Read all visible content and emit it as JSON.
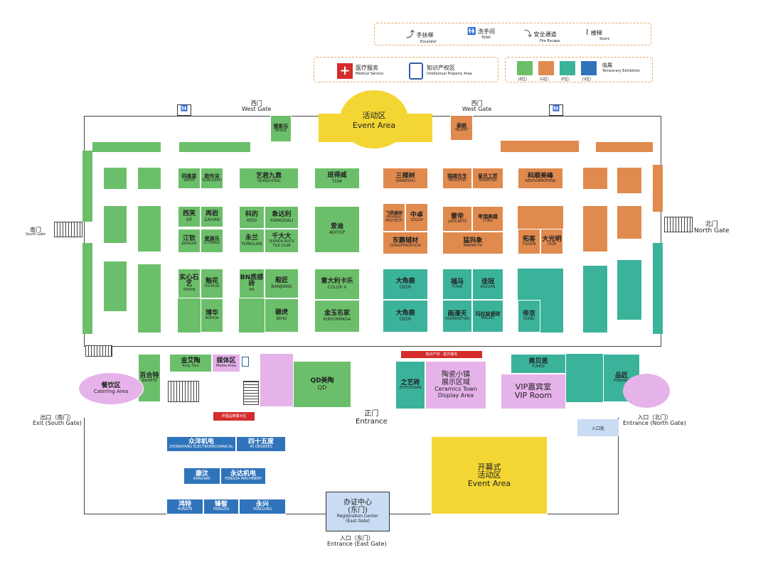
{
  "legend_top": {
    "escalator": {
      "cn": "手扶梯",
      "en": "Escalator"
    },
    "toilet": {
      "cn": "洗手间",
      "en": "Toilet"
    },
    "fire_escape": {
      "cn": "安全通道",
      "en": "Fire Escape"
    },
    "stairs": {
      "cn": "楼梯",
      "en": "Stairs"
    }
  },
  "legend_mid": {
    "medical": {
      "cn": "医疗服务",
      "en": "Medical Service"
    },
    "ip_area": {
      "cn": "知识产权区",
      "en": "Intellectual Property Area"
    }
  },
  "legend_zones": {
    "title_cn": "临展",
    "title_en": "Temporary Exhibition",
    "items": [
      "(E区)",
      "(G区)",
      "(F区)",
      "(V区)"
    ],
    "colors": [
      "#6cbf6a",
      "#e08a4e",
      "#3bb39b",
      "#2f73bb"
    ]
  },
  "gates": {
    "west_gate_1": {
      "cn": "西门",
      "en": "West Gate"
    },
    "west_gate_2": {
      "cn": "西门",
      "en": "West Gate"
    },
    "south_gate": {
      "cn": "南门",
      "en": "South Gate"
    },
    "north_gate": {
      "cn": "北门",
      "en": "North Gate"
    },
    "entrance_main": {
      "cn": "正门",
      "en": "Entrance"
    },
    "exit_south": {
      "cn": "出口（南门）",
      "en": "Exit (South Gate)"
    },
    "entrance_north": {
      "cn": "入口（北门）",
      "en": "Entrance (North Gate)"
    },
    "entrance_east": {
      "cn": "入口（东门）",
      "en": "Entrance (East Gate)"
    }
  },
  "areas": {
    "event_top": {
      "cn": "活动区",
      "en": "Event Area"
    },
    "event_bottom": {
      "cn1": "开幕式",
      "cn2": "活动区",
      "en": "Event Area"
    },
    "catering": {
      "cn": "餐饮区",
      "en": "Catering Area"
    },
    "ceramics_town": {
      "cn1": "陶瓷小镇",
      "cn2": "展示区域",
      "en1": "Ceramics Town",
      "en2": "Display Area"
    },
    "vip": {
      "cn": "VIP嘉宾室",
      "en": "VIP Room"
    },
    "registration": {
      "cn1": "办证中心",
      "cn2": "(东门)",
      "en1": "Registration Center",
      "en2": "(East Gate)"
    },
    "media": {
      "cn": "媒体区",
      "en": "Media Area"
    },
    "qd": {
      "cn": "QD美陶",
      "en": "QD"
    }
  },
  "booths": {
    "misile": {
      "cn": "蜜斯乐",
      "en": "MISILE"
    },
    "talent": {
      "cn": "泰朗",
      "en": "TALENT"
    },
    "weiya": {
      "cn": "四维星",
      "en": "WEIYA"
    },
    "oubuqiao": {
      "cn": "欧布洁",
      "en": "OUBUQIAO"
    },
    "yijuding": {
      "cn": "艺君九鼎",
      "en": "YIJUNJIUDING"
    },
    "tdw": {
      "cn": "班得威",
      "en": "TDW"
    },
    "sif": {
      "cn": "西芙",
      "en": "SIF"
    },
    "zaiyan": {
      "cn": "再岩",
      "en": "ZAIYAN"
    },
    "kedi": {
      "cn": "科的",
      "en": "KEDI"
    },
    "xiangdali": {
      "cn": "象达利",
      "en": "XIANGDALI"
    },
    "aditop": {
      "cn": "爱迪",
      "en": "ADITOP"
    },
    "yonglan": {
      "cn": "永兰",
      "en": "YONGLAN"
    },
    "qiandarock": {
      "cn": "千大大",
      "en": "QIANDA ROCK TILE CLUB"
    },
    "jiangjin": {
      "cn": "江钦",
      "en": "JIANGJIN"
    },
    "cingsile": {
      "cn": "瓷源乐",
      "en": "CITIANLE"
    },
    "shixin": {
      "cn": "实心石艺",
      "en": "SHIXIN"
    },
    "youhua": {
      "cn": "釉花",
      "en": "YOUHUA"
    },
    "bn": {
      "cn": "BN质感砖",
      "en": "BN"
    },
    "banjiang": {
      "cn": "般匠",
      "en": "BANJIANG"
    },
    "colorx": {
      "cn": "意大利卡乐",
      "en": "COLOR X"
    },
    "rohua": {
      "cn": "博华",
      "en": "ROHUA"
    },
    "bihu": {
      "cn": "碧虎",
      "en": "BIHU"
    },
    "kinyominga": {
      "cn": "金玉名家",
      "en": "KINYOMINGA"
    },
    "sankeshu": {
      "cn": "三棵树",
      "en": "SANKESHU"
    },
    "mrsufor": {
      "cn": "瑞福先生",
      "en": "MRSUFOR"
    },
    "roartisa": {
      "cn": "皇氏工匠",
      "en": "ROARTISA"
    },
    "keshimeifeng": {
      "cn": "科顺美峰",
      "en": "KESHUNMEIFENG"
    },
    "feiyang": {
      "cn": "飞扬骏研",
      "en": "FEIYANG PROTECH"
    },
    "zzgop": {
      "cn": "中卓",
      "en": "ZZGOP"
    },
    "laticrete": {
      "cn": "雷帝",
      "en": "LATICRETE"
    },
    "cuali": {
      "cn": "考瑞美缝",
      "en": "CUALI"
    },
    "dongpeng": {
      "cn": "东鹏辅材",
      "en": "DONGPENGFUCAI"
    },
    "mammoth": {
      "cn": "猛犸象",
      "en": "MAMMOTH"
    },
    "tuoxin": {
      "cn": "拓客",
      "en": "TUOXIN"
    },
    "dgm": {
      "cn": "大光明",
      "en": "DGM"
    },
    "deer1": {
      "cn": "大角鹿",
      "en": "DEER"
    },
    "deer2": {
      "cn": "大角鹿",
      "en": "DEER"
    },
    "fuma": {
      "cn": "福马",
      "en": "FUMA"
    },
    "jiaguan": {
      "cn": "佳冠",
      "en": "JIAGUAN"
    },
    "huamantian": {
      "cn": "画漫天",
      "en": "HUAMANTIAN"
    },
    "malaci": {
      "cn": "玛拉兹瓷砖",
      "en": "MALACI"
    },
    "dijing": {
      "cn": "帝京",
      "en": "DIJING"
    },
    "fupesi": {
      "cn": "弗贝思",
      "en": "FUPESI"
    },
    "pinjiang": {
      "cn": "品匠",
      "en": "PINJIANG"
    },
    "baihete": {
      "cn": "百合特",
      "en": "BAIHETE"
    },
    "kingtiao": {
      "cn": "金艾陶",
      "en": "King Tiao"
    },
    "zhiyizhuan": {
      "cn": "之艺砖",
      "en": "ZHIYIZHUAN"
    },
    "zhongyang": {
      "cn": "众洋机电",
      "en": "ZHONGYANG ELECTROMECHANICAL"
    },
    "fortyfive": {
      "cn": "四十五度",
      "en": "45 DEGREES"
    },
    "kangwei": {
      "cn": "康汶",
      "en": "KANGWEI"
    },
    "yongda": {
      "cn": "永达机电",
      "en": "YONGDA MACHINERY"
    },
    "hongte": {
      "cn": "鸿特",
      "en": "HONGTE"
    },
    "fengzhi": {
      "cn": "锋智",
      "en": "FENGZHI"
    },
    "yongxing": {
      "cn": "永兴",
      "en": "YONGXING"
    }
  },
  "misc": {
    "red_banner_top": "知识产权 · 医疗服务",
    "red_banner_bottom": "中国品牌展示区",
    "north_entrance_box": "入口处"
  }
}
